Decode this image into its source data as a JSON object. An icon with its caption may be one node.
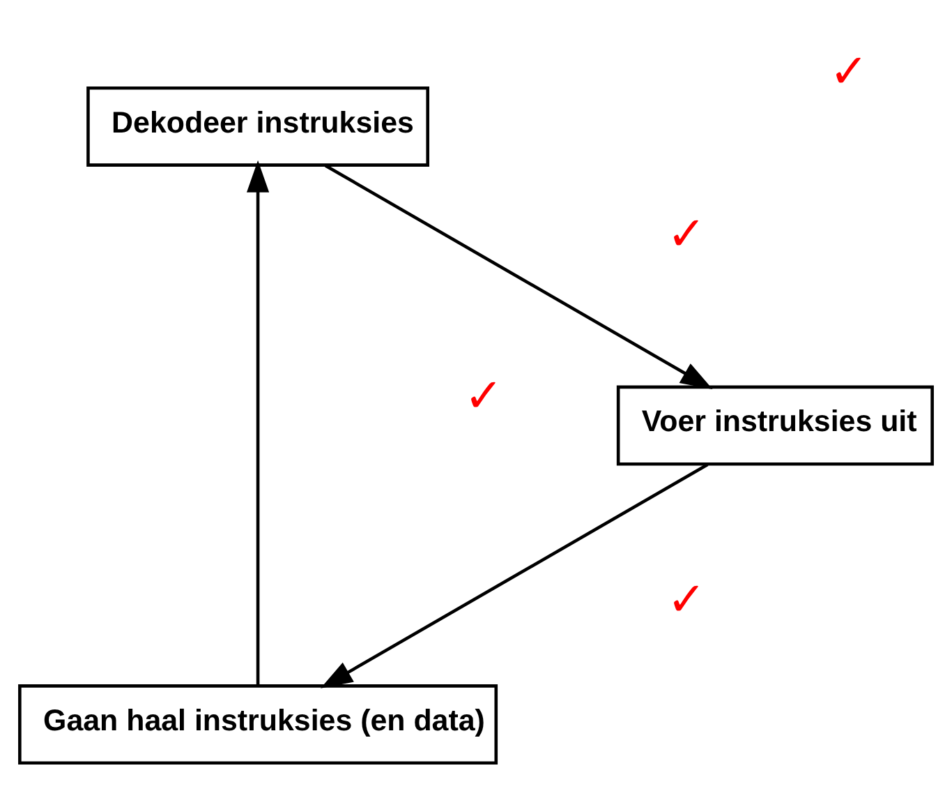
{
  "diagram": {
    "nodes": [
      {
        "text": [
          "Gaan haal instruksies (en data)"
        ]
      },
      {
        "text": [
          "Dekodeer instruksies"
        ]
      },
      {
        "text": [
          "Voer instruksies uit"
        ]
      }
    ],
    "edges": [
      {
        "from": 0,
        "to": 1,
        "arrow": "to"
      },
      {
        "from": 1,
        "to": 2,
        "arrow": "to"
      },
      {
        "from": 2,
        "to": 0,
        "arrow": "to"
      }
    ],
    "labels": [
      "✓",
      "✓",
      "✓",
      "✓"
    ]
  }
}
